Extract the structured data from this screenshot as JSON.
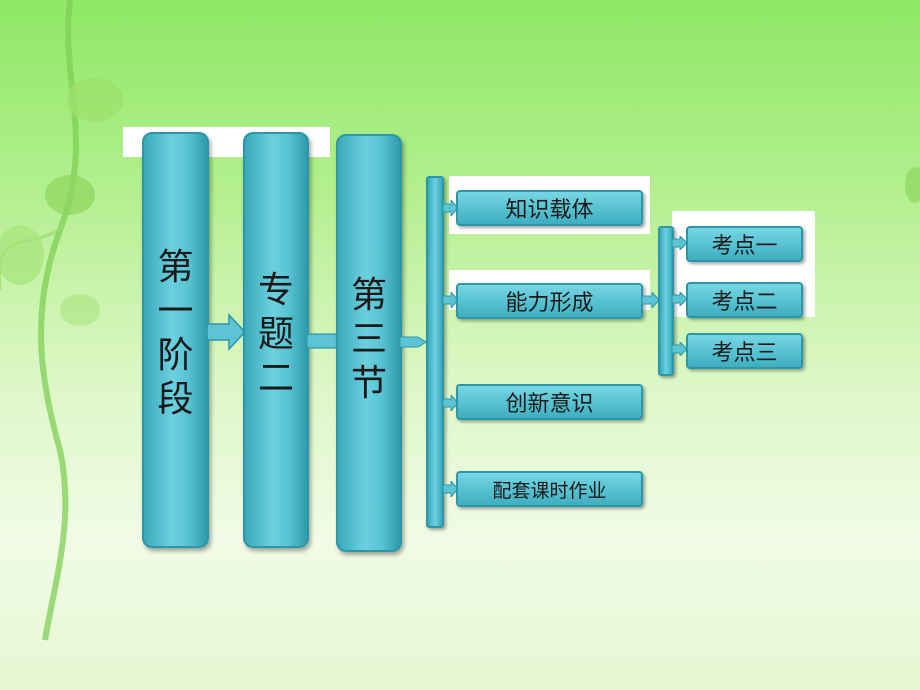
{
  "stage": [
    "第",
    "一",
    "阶",
    "段"
  ],
  "topic": [
    "专",
    "题",
    "二"
  ],
  "section": [
    "第",
    "三",
    "节"
  ],
  "branches": {
    "knowledge": "知识载体",
    "ability": "能力形成",
    "innovation": "创新意识",
    "homework": "配套课时作业"
  },
  "exam_points": [
    "考点一",
    "考点二",
    "考点三"
  ],
  "colors": {
    "bar_fill": "#57c3d3",
    "bar_border": "#2c97a8",
    "background": "#b4ef8f"
  }
}
